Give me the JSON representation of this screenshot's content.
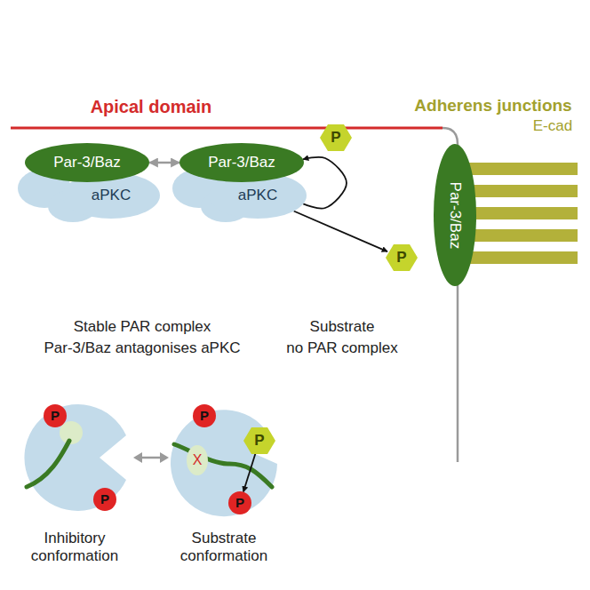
{
  "diagram": {
    "nodes": [
      {
        "text": [
          "Par-3/Baz"
        ]
      },
      {
        "text": [
          "aPKC"
        ]
      },
      {
        "text": [
          "Par-3/Baz"
        ]
      },
      {
        "text": [
          "aPKC"
        ]
      },
      {
        "text": [
          "P"
        ]
      },
      {
        "text": [
          "Par-3/Baz"
        ]
      },
      {
        "text": [
          "P"
        ]
      },
      {
        "text": [
          "P"
        ]
      },
      {
        "text": [
          "P"
        ]
      },
      {
        "text": [
          "X"
        ]
      },
      {
        "text": [
          "P"
        ]
      },
      {
        "text": [
          "P"
        ]
      },
      {
        "text": [
          "P"
        ]
      }
    ],
    "edges": [
      {
        "from": 0,
        "to": 2,
        "arrow": "both"
      },
      {
        "from": 3,
        "to": 2,
        "arrow": "to"
      },
      {
        "from": 3,
        "to": 6,
        "arrow": "to"
      },
      {
        "from": 10,
        "to": 12,
        "arrow": "to"
      }
    ],
    "labels": [
      "Apical domain",
      "Adherens junctions",
      "E-cad",
      "Stable PAR complex",
      "Par-3/Baz antagonises aPKC",
      "Substrate",
      "no PAR complex",
      "Inhibitory conformation",
      "Substrate conformation"
    ]
  }
}
